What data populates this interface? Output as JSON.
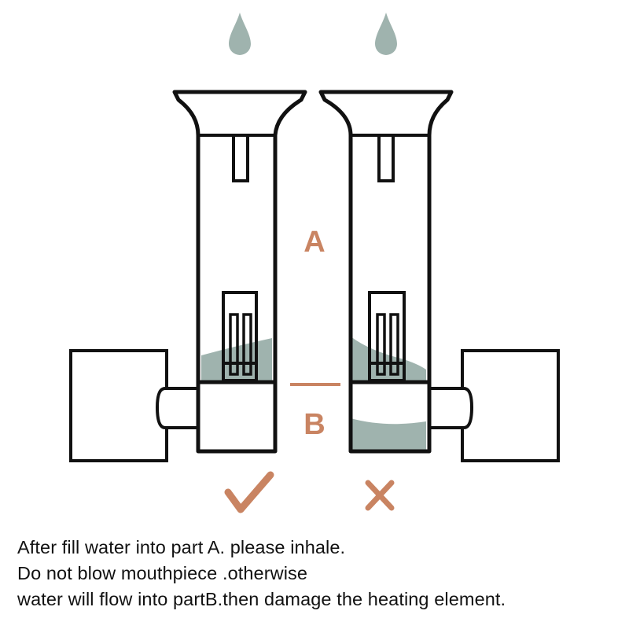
{
  "labels": {
    "part_a": "A",
    "part_b": "B"
  },
  "marks": {
    "correct": "check-mark",
    "wrong": "cross-mark"
  },
  "caption": {
    "line1": "After fill water into part A. please inhale.",
    "line2": "Do not blow mouthpiece .otherwise",
    "line3": "water will flow into partB.then damage the heating element."
  },
  "colors": {
    "outline": "#111111",
    "water": "#9fb3ae",
    "accent": "#c98462"
  }
}
